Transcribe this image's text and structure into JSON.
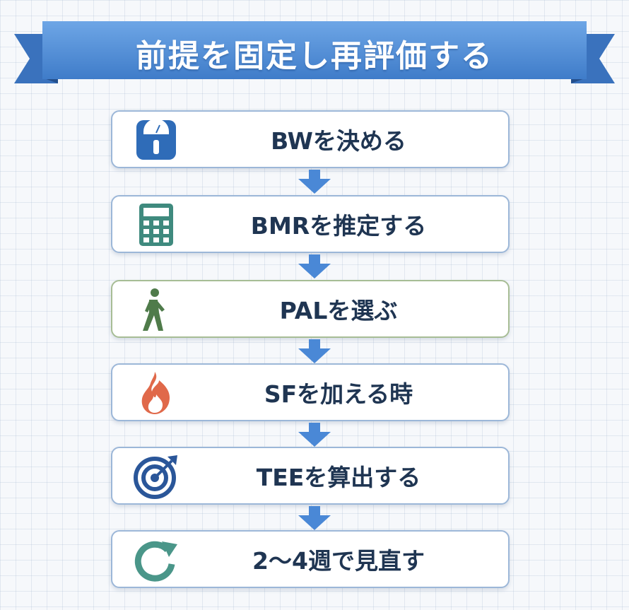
{
  "title": "前提を固定し再評価する",
  "steps": [
    {
      "label": "BWを決める",
      "icon": "scale-icon"
    },
    {
      "label": "BMRを推定する",
      "icon": "calculator-icon"
    },
    {
      "label": "PALを選ぶ",
      "icon": "walking-person-icon"
    },
    {
      "label": "SFを加える時",
      "icon": "flame-icon"
    },
    {
      "label": "TEEを算出する",
      "icon": "target-icon"
    },
    {
      "label": "2〜4週で見直す",
      "icon": "refresh-icon"
    }
  ],
  "colors": {
    "banner": "#4a87d0",
    "box_border": "#9cb7d8",
    "arrow": "#4a88d6",
    "text": "#1f3552"
  }
}
